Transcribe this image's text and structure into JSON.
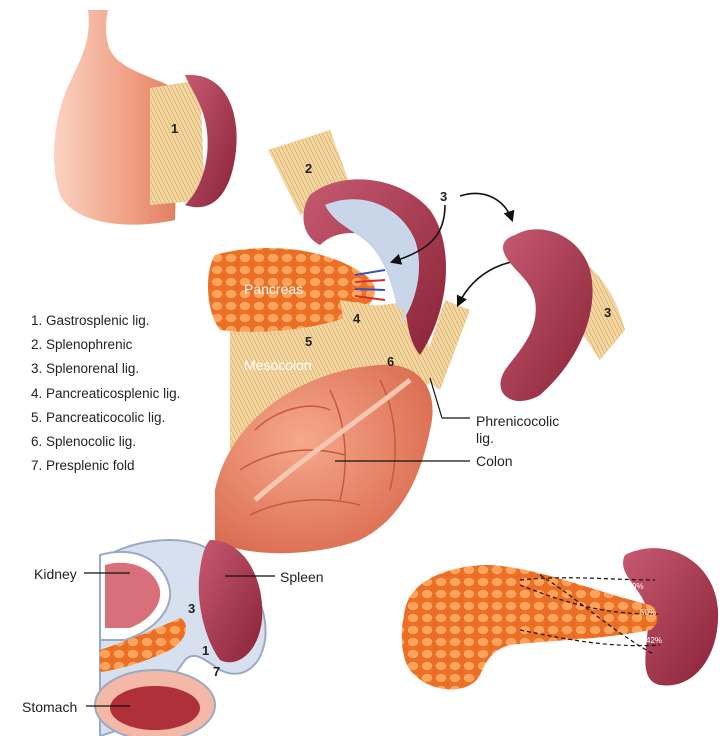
{
  "legend": [
    "1. Gastrosplenic lig.",
    "2. Splenophrenic",
    "3. Splenorenal lig.",
    "4. Pancreaticosplenic lig.",
    "5. Pancreaticocolic lig.",
    "6. Splenocolic lig.",
    "7. Presplenic fold"
  ],
  "labels": {
    "pancreas": "Pancreas",
    "mesocolon": "Mesocolon",
    "phrenicocolic_1": "Phrenicocolic",
    "phrenicocolic_2": "lig.",
    "colon": "Colon",
    "kidney": "Kidney",
    "spleen": "Spleen",
    "stomach": "Stomach"
  },
  "numbers": {
    "n1": "1",
    "n2": "2",
    "n3": "3",
    "n4": "4",
    "n5": "5",
    "n6": "6",
    "n7": "7"
  },
  "percent_labels": [
    "0%",
    "50%",
    "42%"
  ],
  "colors": {
    "spleen": "#9b2c45",
    "spleen_light": "#c2546a",
    "ligament": "#f2d39a",
    "pancreas": "#f07a2a",
    "colon": "#e8866a",
    "stomach": "#f2a58a",
    "peritoneum": "#b8c6da"
  }
}
